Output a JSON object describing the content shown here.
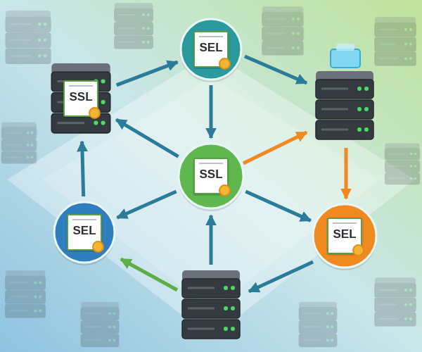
{
  "diagram": {
    "nodes": [
      {
        "text": [
          "SEL"
        ]
      },
      {
        "text": [
          "SSL"
        ]
      },
      {
        "text": [
          "SSL"
        ]
      },
      {
        "text": [
          "SEL"
        ]
      },
      {
        "text": [
          "SEL"
        ]
      }
    ],
    "edges": [
      {
        "from": 1,
        "to": 0,
        "arrow": "to"
      },
      {
        "from": 0,
        "to": 2,
        "arrow": "to"
      },
      {
        "from": 2,
        "to": 1,
        "arrow": "to"
      },
      {
        "from": 2,
        "to": 3,
        "arrow": "to"
      },
      {
        "from": 3,
        "to": 1,
        "arrow": "to"
      },
      {
        "from": 2,
        "to": 4,
        "arrow": "to"
      }
    ]
  }
}
